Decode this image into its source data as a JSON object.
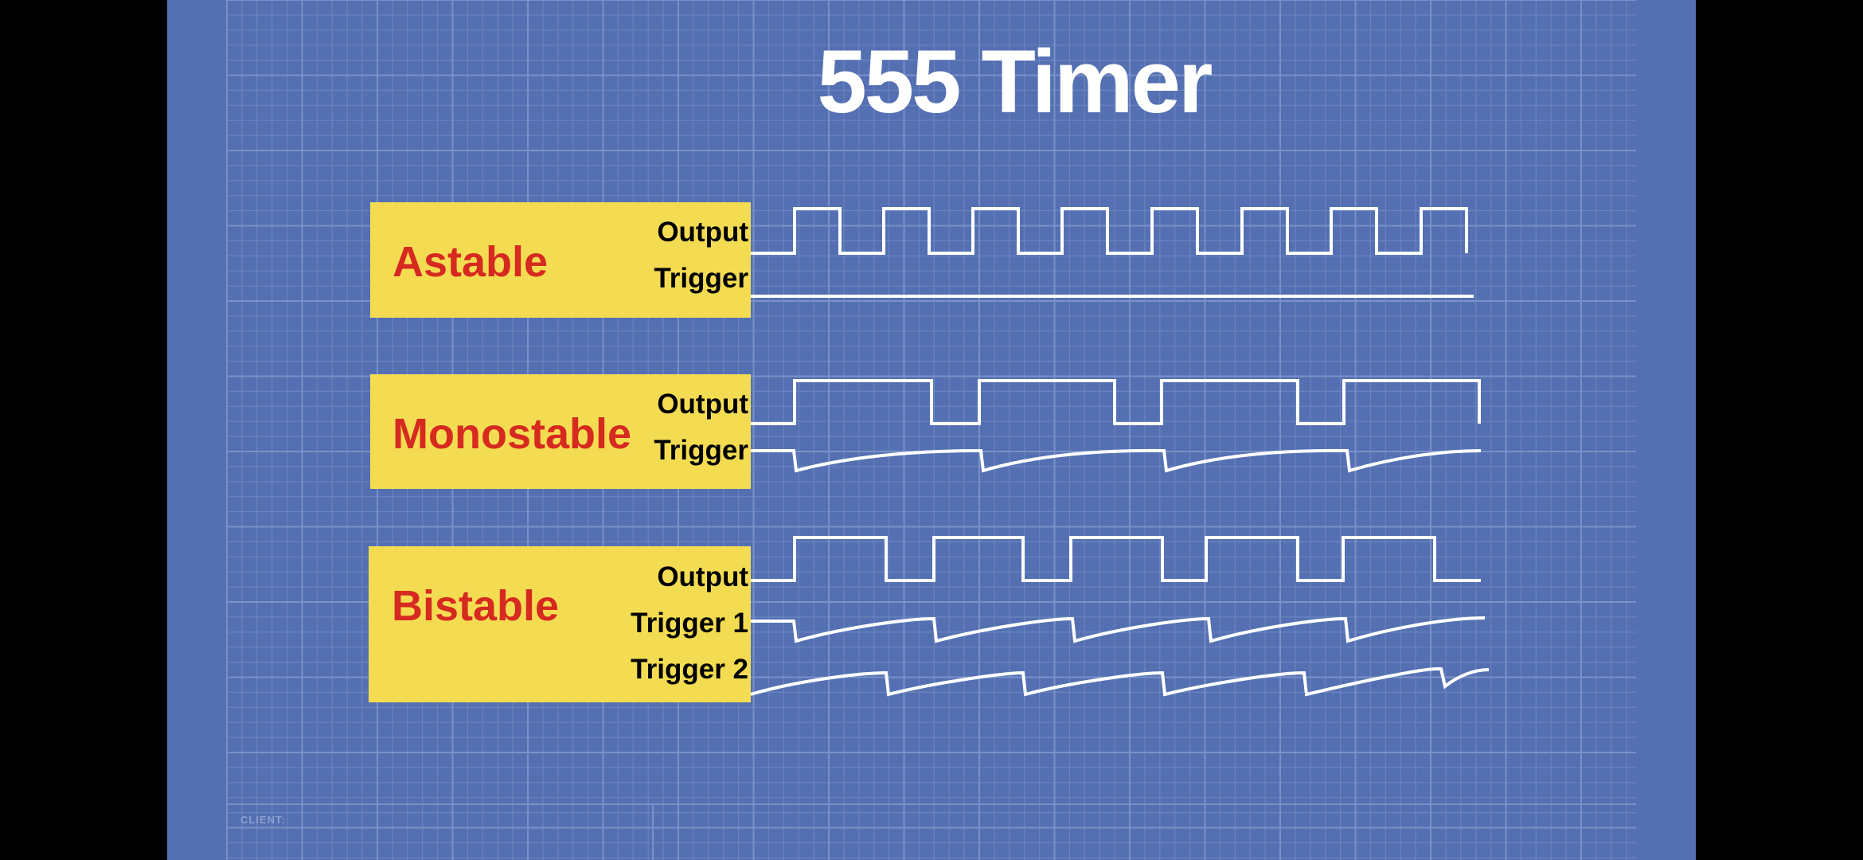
{
  "title": "555 Timer",
  "footer": {
    "client_label": "CLIENT:"
  },
  "colors": {
    "background": "#5470b2",
    "panel": "#f4dc52",
    "mode_text": "#d62a20",
    "signal_text": "#000000",
    "wave": "#ffffff"
  },
  "modes": [
    {
      "name": "Astable",
      "signals": [
        "Output",
        "Trigger"
      ]
    },
    {
      "name": "Monostable",
      "signals": [
        "Output",
        "Trigger"
      ]
    },
    {
      "name": "Bistable",
      "signals": [
        "Output",
        "Trigger 1",
        "Trigger 2"
      ]
    }
  ]
}
